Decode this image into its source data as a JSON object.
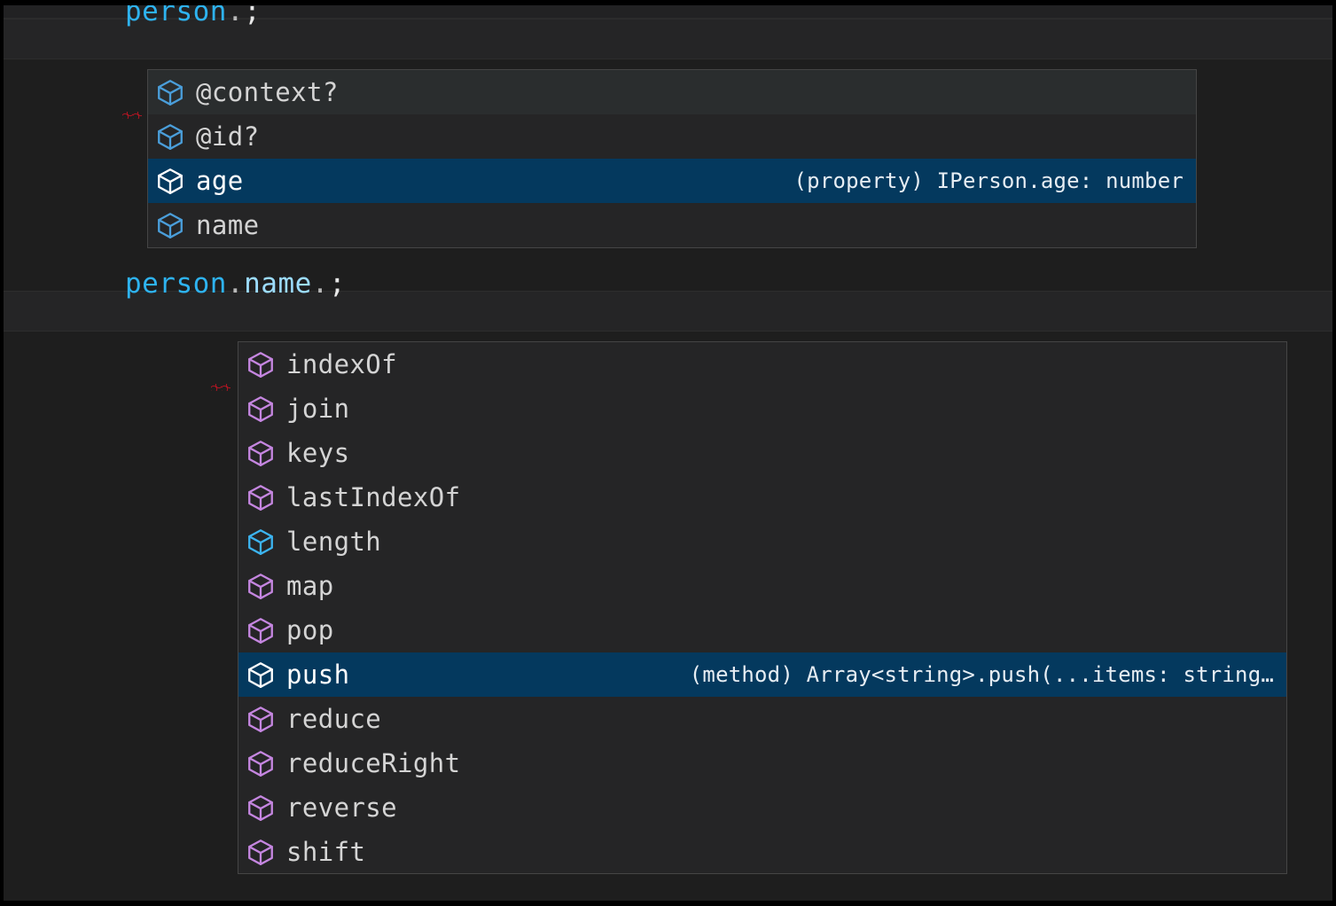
{
  "editor": {
    "theme": "dark-plus",
    "background": "#1e1e1e",
    "line_background": "#252526",
    "selection_color": "#04395e",
    "error_squiggle_color": "#e81123",
    "lines": [
      {
        "id": "line-1",
        "tokens": [
          {
            "text": "person",
            "kind": "variable",
            "color": "#2eb3f0"
          },
          {
            "text": ".",
            "kind": "punctuation",
            "color": "#b8b8b8",
            "error": true
          },
          {
            "text": ";",
            "kind": "punctuation",
            "color": "#e8e8e8",
            "error": true
          }
        ],
        "plain": "person.;"
      },
      {
        "id": "line-2",
        "tokens": [
          {
            "text": "person",
            "kind": "variable",
            "color": "#2eb3f0"
          },
          {
            "text": ".",
            "kind": "punctuation",
            "color": "#b8b8b8"
          },
          {
            "text": "name",
            "kind": "property",
            "color": "#9cdcfe"
          },
          {
            "text": ".",
            "kind": "punctuation",
            "color": "#b8b8b8",
            "error": true
          },
          {
            "text": ";",
            "kind": "punctuation",
            "color": "#e8e8e8",
            "error": true
          }
        ],
        "plain": "person.name.;"
      }
    ]
  },
  "suggest_widgets": [
    {
      "id": "suggest-1",
      "for_line": "person.;",
      "items": [
        {
          "label": "@context?",
          "icon": "property-cube-icon",
          "icon_color": "#4a9eda",
          "state": "hovered",
          "detail": ""
        },
        {
          "label": "@id?",
          "icon": "property-cube-icon",
          "icon_color": "#4a9eda",
          "state": "normal",
          "detail": ""
        },
        {
          "label": "age",
          "icon": "property-cube-icon",
          "icon_color": "#ffffff",
          "state": "selected",
          "detail": "(property) IPerson.age: number"
        },
        {
          "label": "name",
          "icon": "property-cube-icon",
          "icon_color": "#4a9eda",
          "state": "normal",
          "detail": ""
        }
      ]
    },
    {
      "id": "suggest-2",
      "for_line": "person.name.;",
      "items": [
        {
          "label": "indexOf",
          "icon": "method-cube-icon",
          "icon_color": "#c586e0",
          "state": "normal",
          "detail": ""
        },
        {
          "label": "join",
          "icon": "method-cube-icon",
          "icon_color": "#c586e0",
          "state": "normal",
          "detail": ""
        },
        {
          "label": "keys",
          "icon": "method-cube-icon",
          "icon_color": "#c586e0",
          "state": "normal",
          "detail": ""
        },
        {
          "label": "lastIndexOf",
          "icon": "method-cube-icon",
          "icon_color": "#c586e0",
          "state": "normal",
          "detail": ""
        },
        {
          "label": "length",
          "icon": "property-cube-icon",
          "icon_color": "#3cb4f0",
          "state": "normal",
          "detail": ""
        },
        {
          "label": "map",
          "icon": "method-cube-icon",
          "icon_color": "#c586e0",
          "state": "normal",
          "detail": ""
        },
        {
          "label": "pop",
          "icon": "method-cube-icon",
          "icon_color": "#c586e0",
          "state": "normal",
          "detail": ""
        },
        {
          "label": "push",
          "icon": "method-cube-icon",
          "icon_color": "#ffffff",
          "state": "selected",
          "detail": "(method) Array<string>.push(...items: string…"
        },
        {
          "label": "reduce",
          "icon": "method-cube-icon",
          "icon_color": "#c586e0",
          "state": "normal",
          "detail": ""
        },
        {
          "label": "reduceRight",
          "icon": "method-cube-icon",
          "icon_color": "#c586e0",
          "state": "normal",
          "detail": ""
        },
        {
          "label": "reverse",
          "icon": "method-cube-icon",
          "icon_color": "#c586e0",
          "state": "normal",
          "detail": ""
        },
        {
          "label": "shift",
          "icon": "method-cube-icon",
          "icon_color": "#c586e0",
          "state": "normal",
          "detail": ""
        }
      ]
    }
  ]
}
